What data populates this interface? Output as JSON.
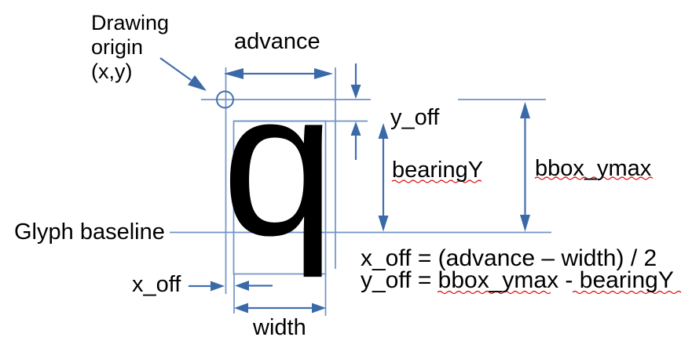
{
  "labels": {
    "drawing_origin_line1": "Drawing",
    "drawing_origin_line2": "origin",
    "drawing_origin_line3": "(x,y)",
    "advance": "advance",
    "y_off": "y_off",
    "bearing_y": "bearingY",
    "bbox_ymax": "bbox_ymax",
    "glyph_baseline": "Glyph baseline",
    "x_off": "x_off",
    "width": "width",
    "glyph_char": "q"
  },
  "formulas": {
    "x_off": "x_off = (advance – width) / 2",
    "y_off": "y_off = bbox_ymax - bearingY"
  },
  "colors": {
    "line_blue": "#7093c8",
    "stem_blue": "#446fae",
    "head_blue": "#3a69a8",
    "squiggle_red": "#e00000",
    "text": "#000000",
    "background": "#ffffff"
  }
}
